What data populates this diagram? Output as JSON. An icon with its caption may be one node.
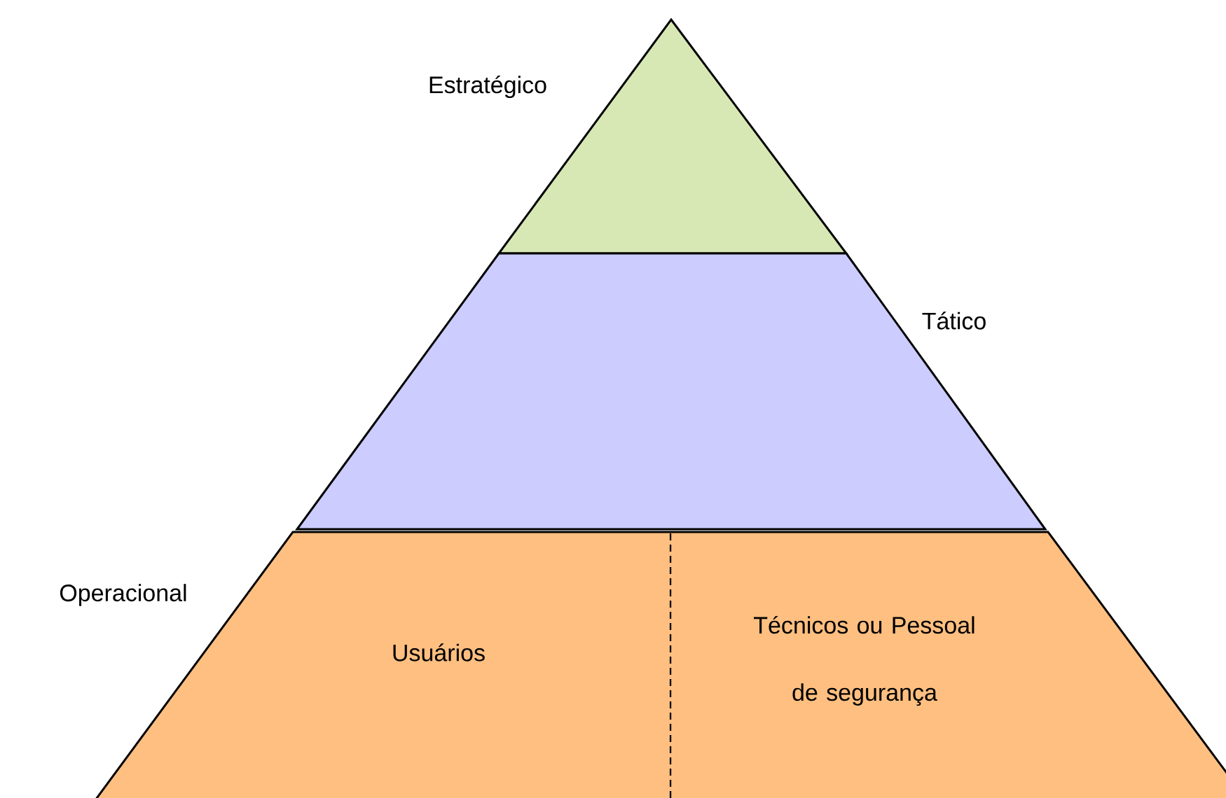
{
  "diagram": {
    "nodes": [
      {
        "text": [
          "Estratégico"
        ]
      },
      {
        "text": [
          "Tático"
        ]
      },
      {
        "text": [
          "Operacional"
        ]
      },
      {
        "text": [
          "Usuários"
        ],
        "in": 2
      },
      {
        "text": [
          "Técnicos ou Pessoal de segurança"
        ],
        "in": 2
      }
    ]
  }
}
